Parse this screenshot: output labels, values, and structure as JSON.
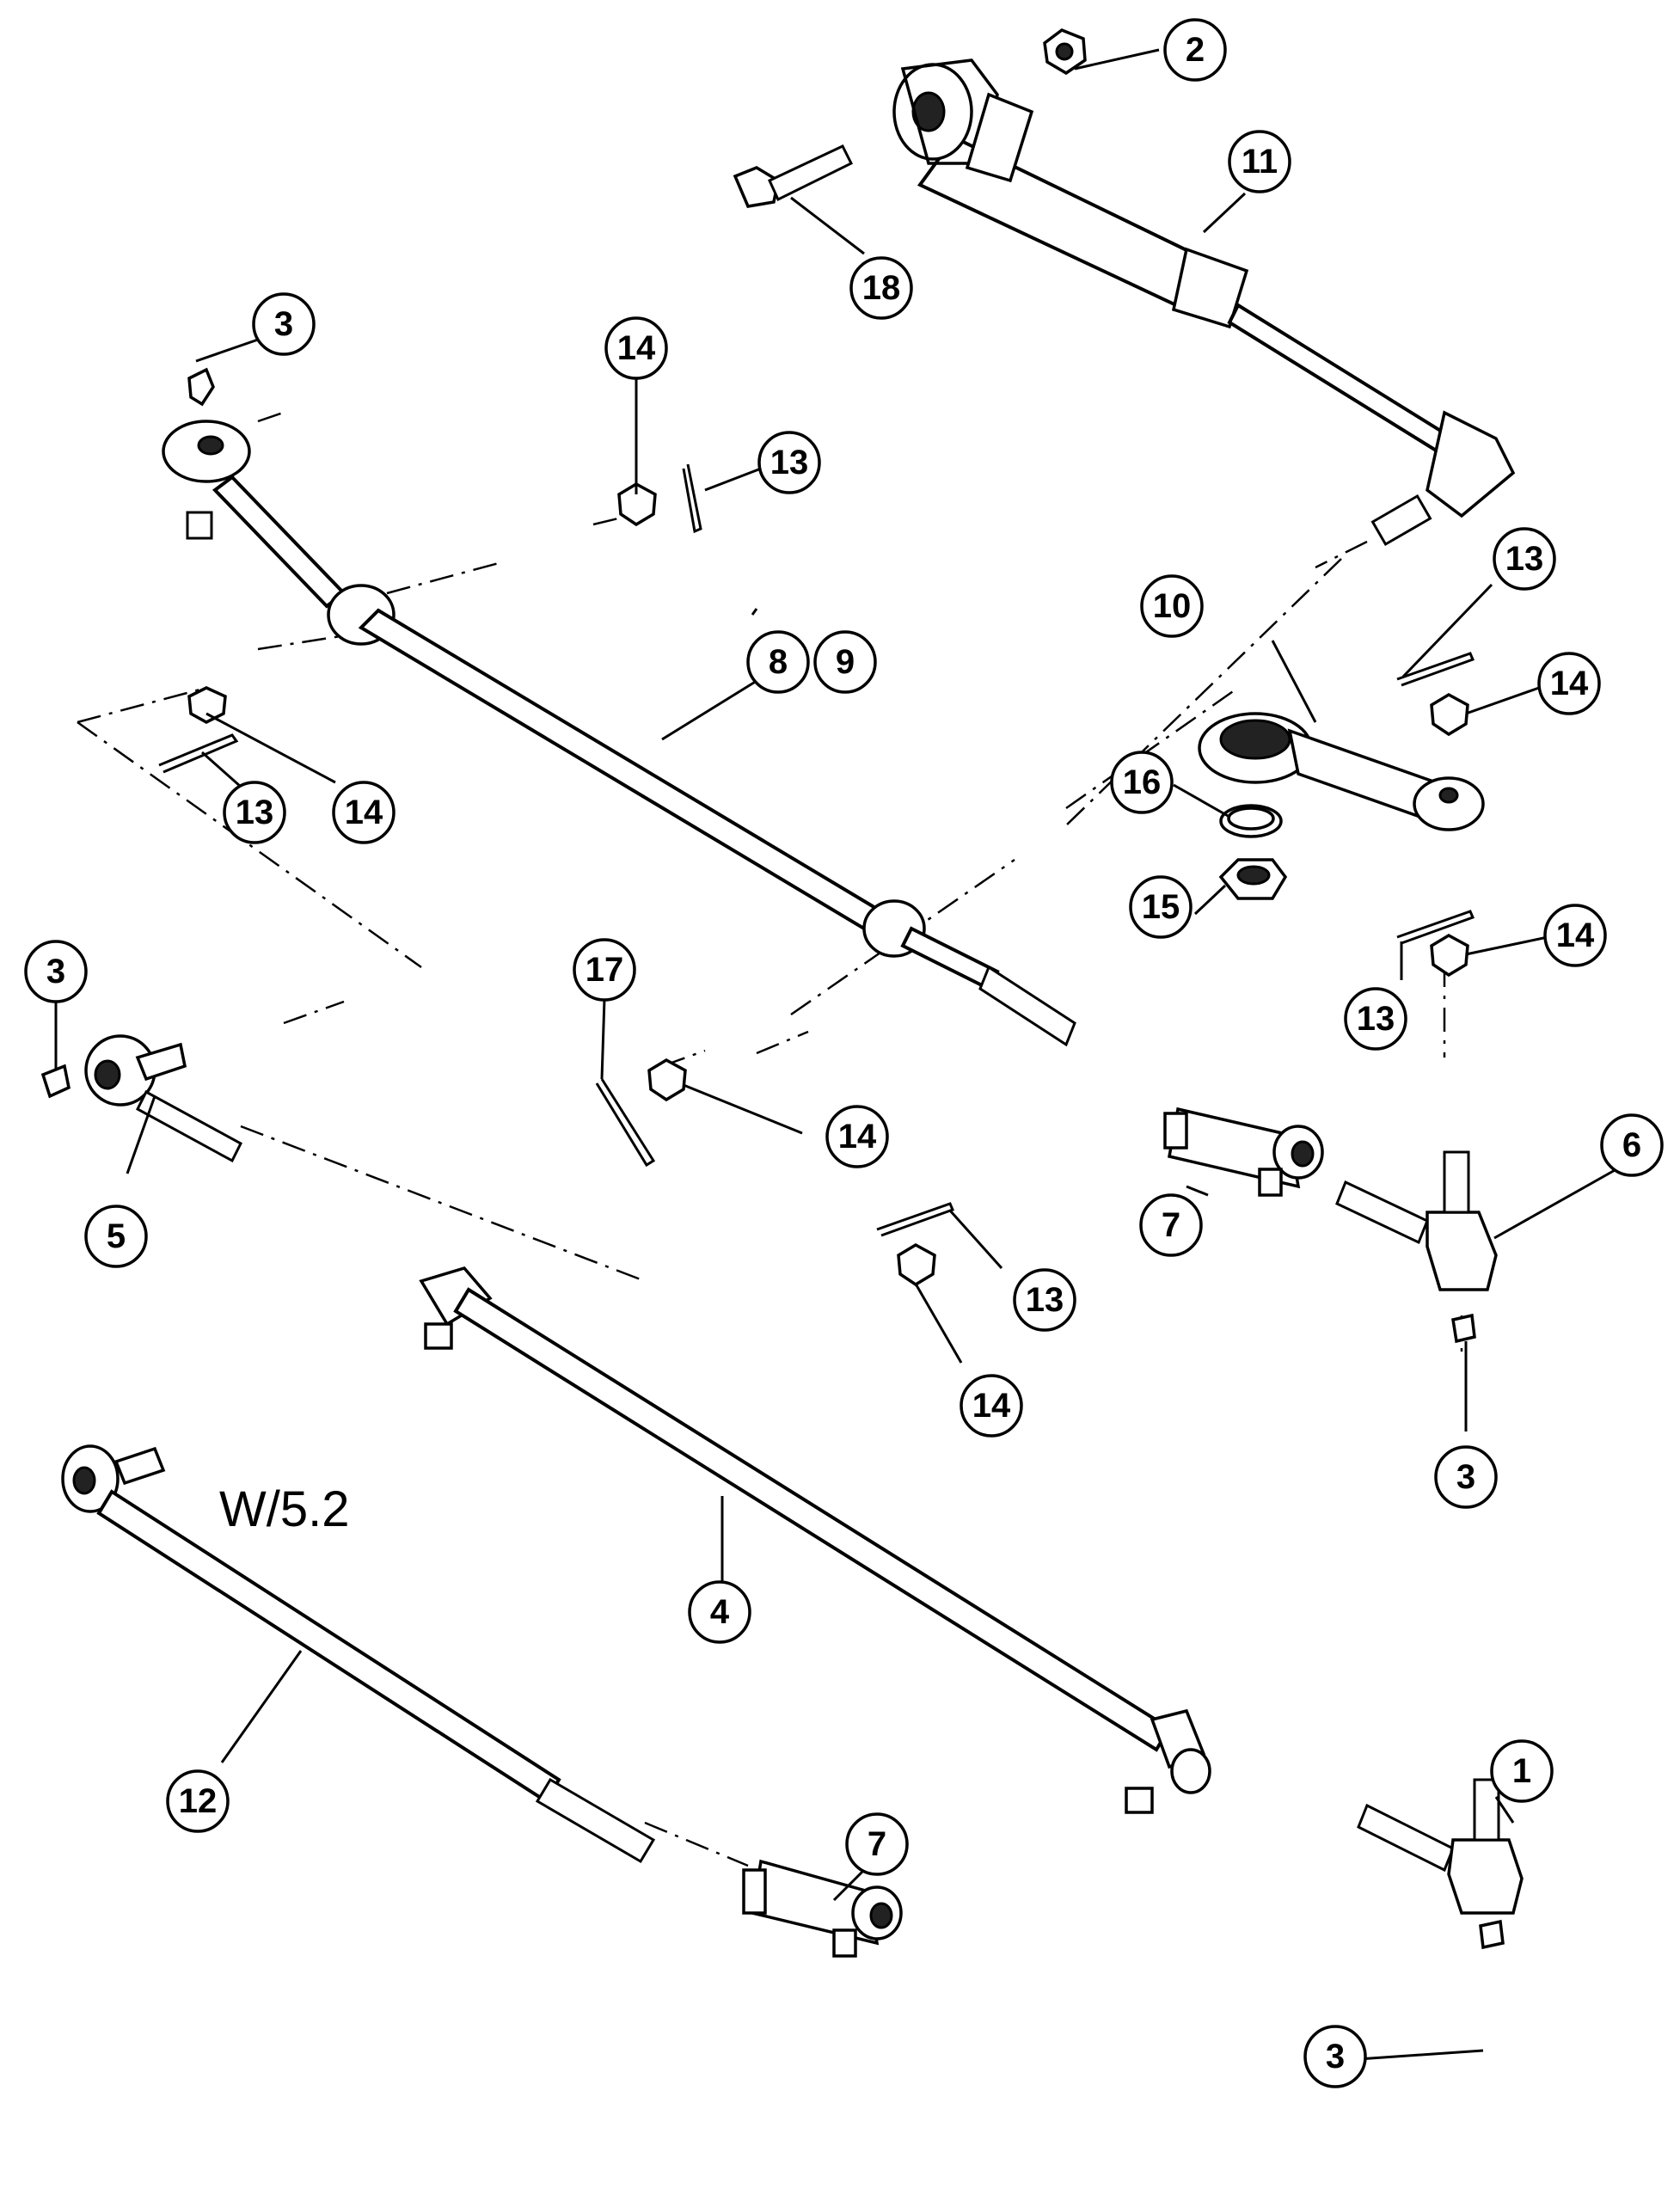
{
  "diagram": {
    "note": "W/5.2",
    "callouts": [
      {
        "id": "c1",
        "label": "1"
      },
      {
        "id": "c2",
        "label": "2"
      },
      {
        "id": "c3a",
        "label": "3"
      },
      {
        "id": "c3b",
        "label": "3"
      },
      {
        "id": "c3c",
        "label": "3"
      },
      {
        "id": "c3d",
        "label": "3"
      },
      {
        "id": "c4",
        "label": "4"
      },
      {
        "id": "c5",
        "label": "5"
      },
      {
        "id": "c6",
        "label": "6"
      },
      {
        "id": "c7a",
        "label": "7"
      },
      {
        "id": "c7b",
        "label": "7"
      },
      {
        "id": "c8",
        "label": "8"
      },
      {
        "id": "c9",
        "label": "9"
      },
      {
        "id": "c10",
        "label": "10"
      },
      {
        "id": "c11",
        "label": "11"
      },
      {
        "id": "c12",
        "label": "12"
      },
      {
        "id": "c13a",
        "label": "13"
      },
      {
        "id": "c13b",
        "label": "13"
      },
      {
        "id": "c13c",
        "label": "13"
      },
      {
        "id": "c13d",
        "label": "13"
      },
      {
        "id": "c13e",
        "label": "13"
      },
      {
        "id": "c14a",
        "label": "14"
      },
      {
        "id": "c14b",
        "label": "14"
      },
      {
        "id": "c14c",
        "label": "14"
      },
      {
        "id": "c14d",
        "label": "14"
      },
      {
        "id": "c14e",
        "label": "14"
      },
      {
        "id": "c14f",
        "label": "14"
      },
      {
        "id": "c15",
        "label": "15"
      },
      {
        "id": "c16",
        "label": "16"
      },
      {
        "id": "c17",
        "label": "17"
      },
      {
        "id": "c18",
        "label": "18"
      }
    ]
  }
}
